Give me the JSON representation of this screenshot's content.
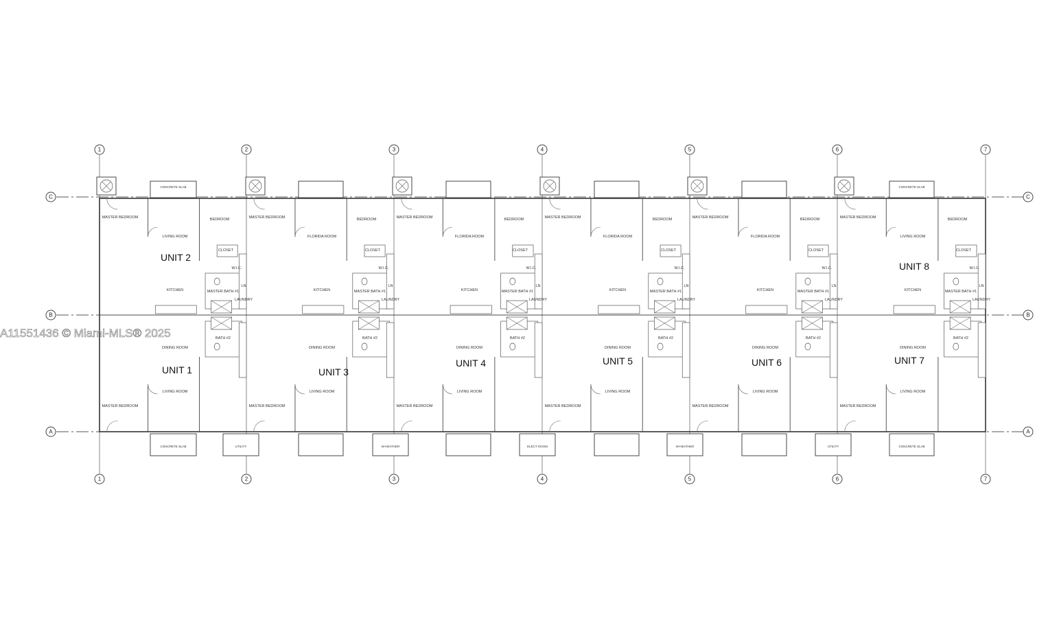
{
  "watermark": "A11551436 © Miami-MLS® 2025",
  "grid": {
    "columns": [
      "1",
      "2",
      "3",
      "4",
      "5",
      "6",
      "7"
    ],
    "rows": [
      "C",
      "B",
      "A"
    ]
  },
  "units": [
    "UNIT 1",
    "UNIT 2",
    "UNIT 3",
    "UNIT 4",
    "UNIT 5",
    "UNIT 6",
    "UNIT 7",
    "UNIT 8"
  ],
  "labels": {
    "concrete_slab": "CONCRETE SLAB",
    "utility": "UTILITY",
    "w_heater": "W-HEATHER",
    "elect_room": "ELECT ROOM",
    "master_bedroom": "MASTER BEDROOM",
    "bedroom": "BEDROOM",
    "living_room": "LIVING ROOM",
    "dining_room": "DINING ROOM",
    "kitchen": "KITCHEN",
    "florida_room": "FLORIDA ROOM",
    "closet": "CLOSET",
    "master_bath": "MASTER BATH #1",
    "bath2": "BATH #2",
    "laundry": "LAUNDRY",
    "ln": "LN",
    "wic": "W.I.C."
  }
}
